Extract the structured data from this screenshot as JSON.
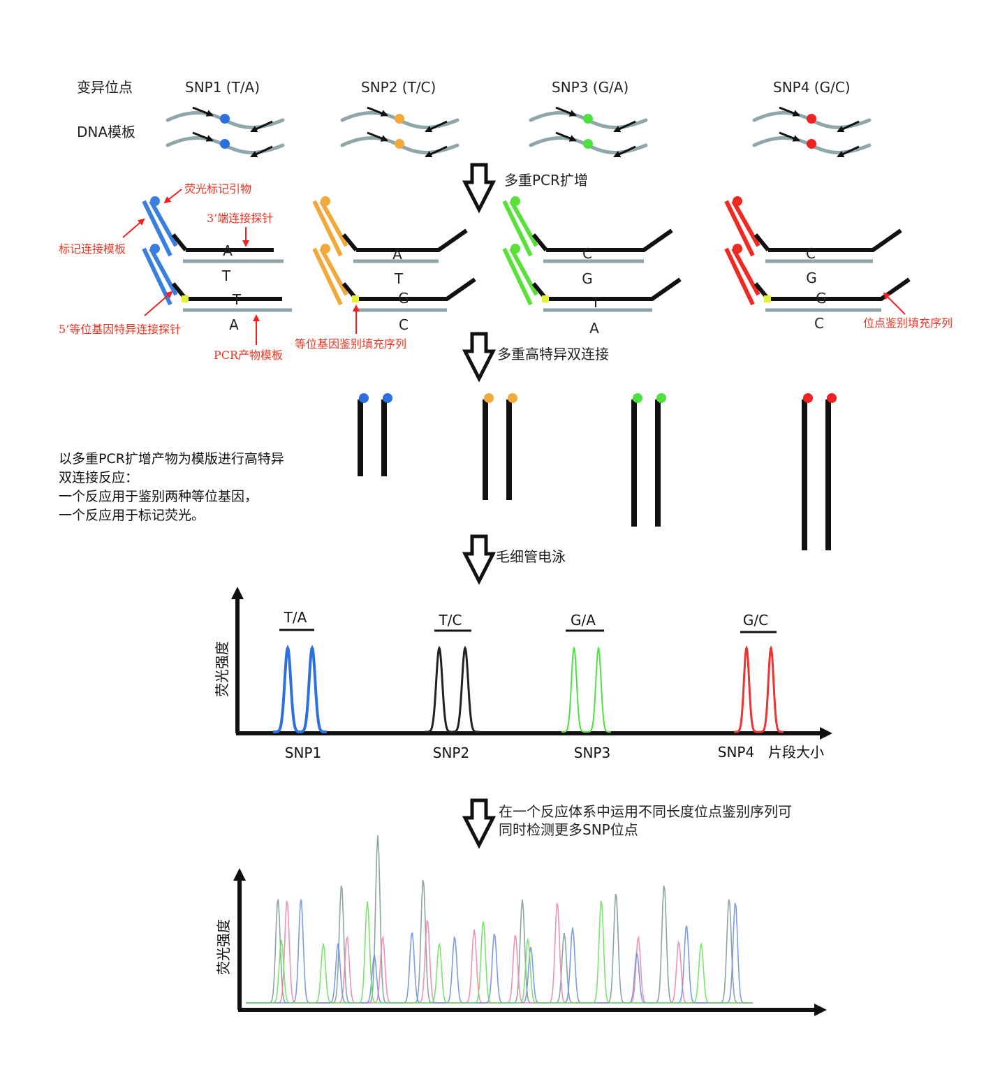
{
  "left_labels": {
    "variant_sites": "变异位点",
    "dna_template": "DNA模板"
  },
  "snps": [
    {
      "name": "SNP1 (T/A)",
      "color": "#2e6fe0",
      "primer_color": "#3a7fe0",
      "upper": {
        "probe": "A",
        "template": "T"
      },
      "lower": {
        "probe": "T",
        "template": "A"
      },
      "peak_label": "T/A",
      "axis_label": "SNP1"
    },
    {
      "name": "SNP2 (T/C)",
      "color": "#f0a93a",
      "primer_color": "#f0a93a",
      "upper": {
        "probe": "A",
        "template": "T"
      },
      "lower": {
        "probe": "G",
        "template": "C"
      },
      "peak_label": "T/C",
      "axis_label": "SNP2"
    },
    {
      "name": "SNP3 (G/A)",
      "color": "#4fe040",
      "primer_color": "#5ae03a",
      "upper": {
        "probe": "C",
        "template": "G"
      },
      "lower": {
        "probe": "T",
        "template": "A"
      },
      "peak_label": "G/A",
      "axis_label": "SNP3"
    },
    {
      "name": "SNP4 (G/C)",
      "color": "#ee2222",
      "primer_color": "#ee2a22",
      "upper": {
        "probe": "C",
        "template": "G"
      },
      "lower": {
        "probe": "G",
        "template": "C"
      },
      "peak_label": "G/C",
      "axis_label": "SNP4"
    }
  ],
  "steps": {
    "step1": "多重PCR扩增",
    "step2": "多重高特异双连接",
    "step3": "毛细管电泳",
    "step4_line1": "在一个反应体系中运用不同长度位点鉴别序列可",
    "step4_line2": "同时检测更多SNP位点"
  },
  "annotations": {
    "fluor_primer": "荧光标记引物",
    "probe_3p": "3’端连接探针",
    "label_template": "标记连接模板",
    "probe_5p": "5’等位基因特异连接探针",
    "pcr_template": "PCR产物模板",
    "allele_fill": "等位基因鉴别填充序列",
    "site_fill": "位点鉴别填充序列"
  },
  "description": {
    "line1": "以多重PCR扩增产物为模版进行高特异",
    "line2": "双连接反应：",
    "line3": "一个反应用于鉴别两种等位基因，",
    "line4": "一个反应用于标记荧光。"
  },
  "chart1": {
    "ylabel": "荧光强度",
    "xlabel": "片段大小",
    "peak_colors": [
      "#2e6fe0",
      "#222222",
      "#4fe040",
      "#ee3333"
    ]
  },
  "chart2": {
    "ylabel": "荧光强度"
  },
  "colors": {
    "strand": "#111111",
    "template": "#8ea3a8",
    "dna": "#8fa6ab",
    "arrow_red": "#ee2222",
    "fill_yellow": "#e6f03a"
  }
}
